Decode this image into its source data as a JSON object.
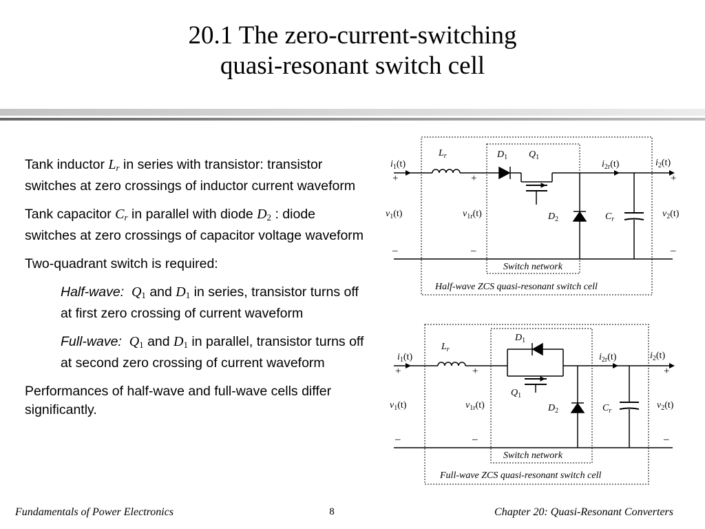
{
  "slide": {
    "title_line1": "20.1  The zero-current-switching",
    "title_line2": "quasi-resonant switch cell",
    "page_number": "8"
  },
  "bullets": {
    "b1_pre": "Tank inductor ",
    "b1_sym": "L",
    "b1_sub": "r",
    "b1_post": " in series with transistor: transistor switches at zero crossings of inductor current waveform",
    "b2_pre": "Tank capacitor ",
    "b2_sym": "C",
    "b2_sub": "r",
    "b2_mid": " in parallel with diode ",
    "b2_sym2": "D",
    "b2_sub2": "2",
    "b2_post": " : diode switches at zero crossings of capacitor voltage waveform",
    "b3": "Two-quadrant switch is required:",
    "b4_label": "Half-wave:",
    "b4_q": "Q",
    "b4_qsub": "1",
    "b4_and": " and ",
    "b4_d": "D",
    "b4_dsub": "1",
    "b4_post": " in series, transistor turns off at first zero crossing of current waveform",
    "b5_label": "Full-wave:",
    "b5_q": "Q",
    "b5_qsub": "1",
    "b5_and": " and ",
    "b5_d": "D",
    "b5_dsub": "1",
    "b5_post": " in parallel, transistor turns off at second zero crossing of current waveform",
    "b6": "Performances of half-wave and full-wave cells differ significantly."
  },
  "diagram_labels": {
    "i1": "i",
    "i2r": "i",
    "i2": "i",
    "v1": "v",
    "v1r": "v",
    "v2": "v",
    "Lr": "L",
    "Cr": "C",
    "D1": "D",
    "D2": "D",
    "Q1": "Q",
    "sub_1": "1",
    "sub_2": "2",
    "sub_r": "r",
    "sub_1r": "1r",
    "sub_2r": "2r",
    "t_arg": "(t)",
    "plus": "+",
    "minus": "–",
    "switch_network": "Switch network",
    "half_caption": "Half-wave ZCS quasi-resonant switch cell",
    "full_caption": "Full-wave ZCS quasi-resonant switch cell"
  },
  "footer": {
    "left": "Fundamentals of Power Electronics",
    "right": "Chapter 20:  Quasi-Resonant Converters"
  }
}
